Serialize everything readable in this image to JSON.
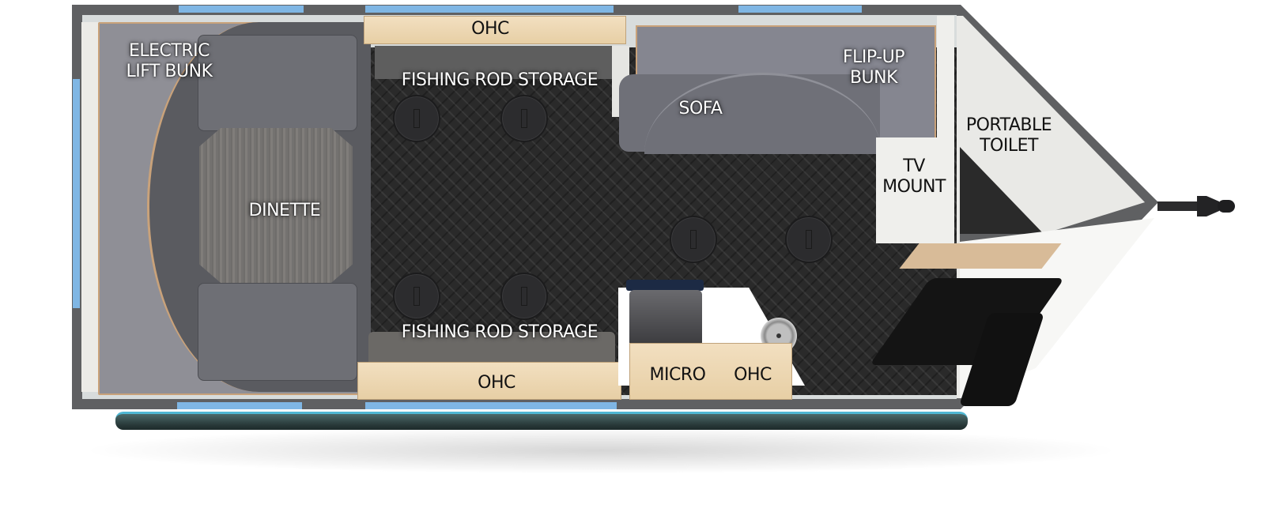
{
  "diagram": {
    "type": "rv-floorplan",
    "colors": {
      "wall": "#5f6062",
      "window": "#7fb6e4",
      "floor": "#2a2a2a",
      "upholstery": "#6f7078",
      "wood": "#f2dfc0",
      "trim": "#c9a27a"
    },
    "labels": {
      "electric_lift_bunk": "ELECTRIC\nLIFT BUNK",
      "dinette": "DINETTE",
      "ohc_top": "OHC",
      "fishing_rod_storage_top": "FISHING ROD STORAGE",
      "sofa": "SOFA",
      "flip_up_bunk": "FLIP-UP\nBUNK",
      "portable_toilet": "PORTABLE\nTOILET",
      "tv_mount": "TV\nMOUNT",
      "fishing_rod_storage_bottom": "FISHING ROD STORAGE",
      "ohc_bottom": "OHC",
      "micro": "MICRO",
      "ohc_kitchen": "OHC"
    },
    "icons": [
      "floor-seat-socket-icon",
      "cooktop-icon",
      "sink-icon",
      "drain-icon",
      "hitch-icon",
      "entry-door-icon"
    ]
  }
}
